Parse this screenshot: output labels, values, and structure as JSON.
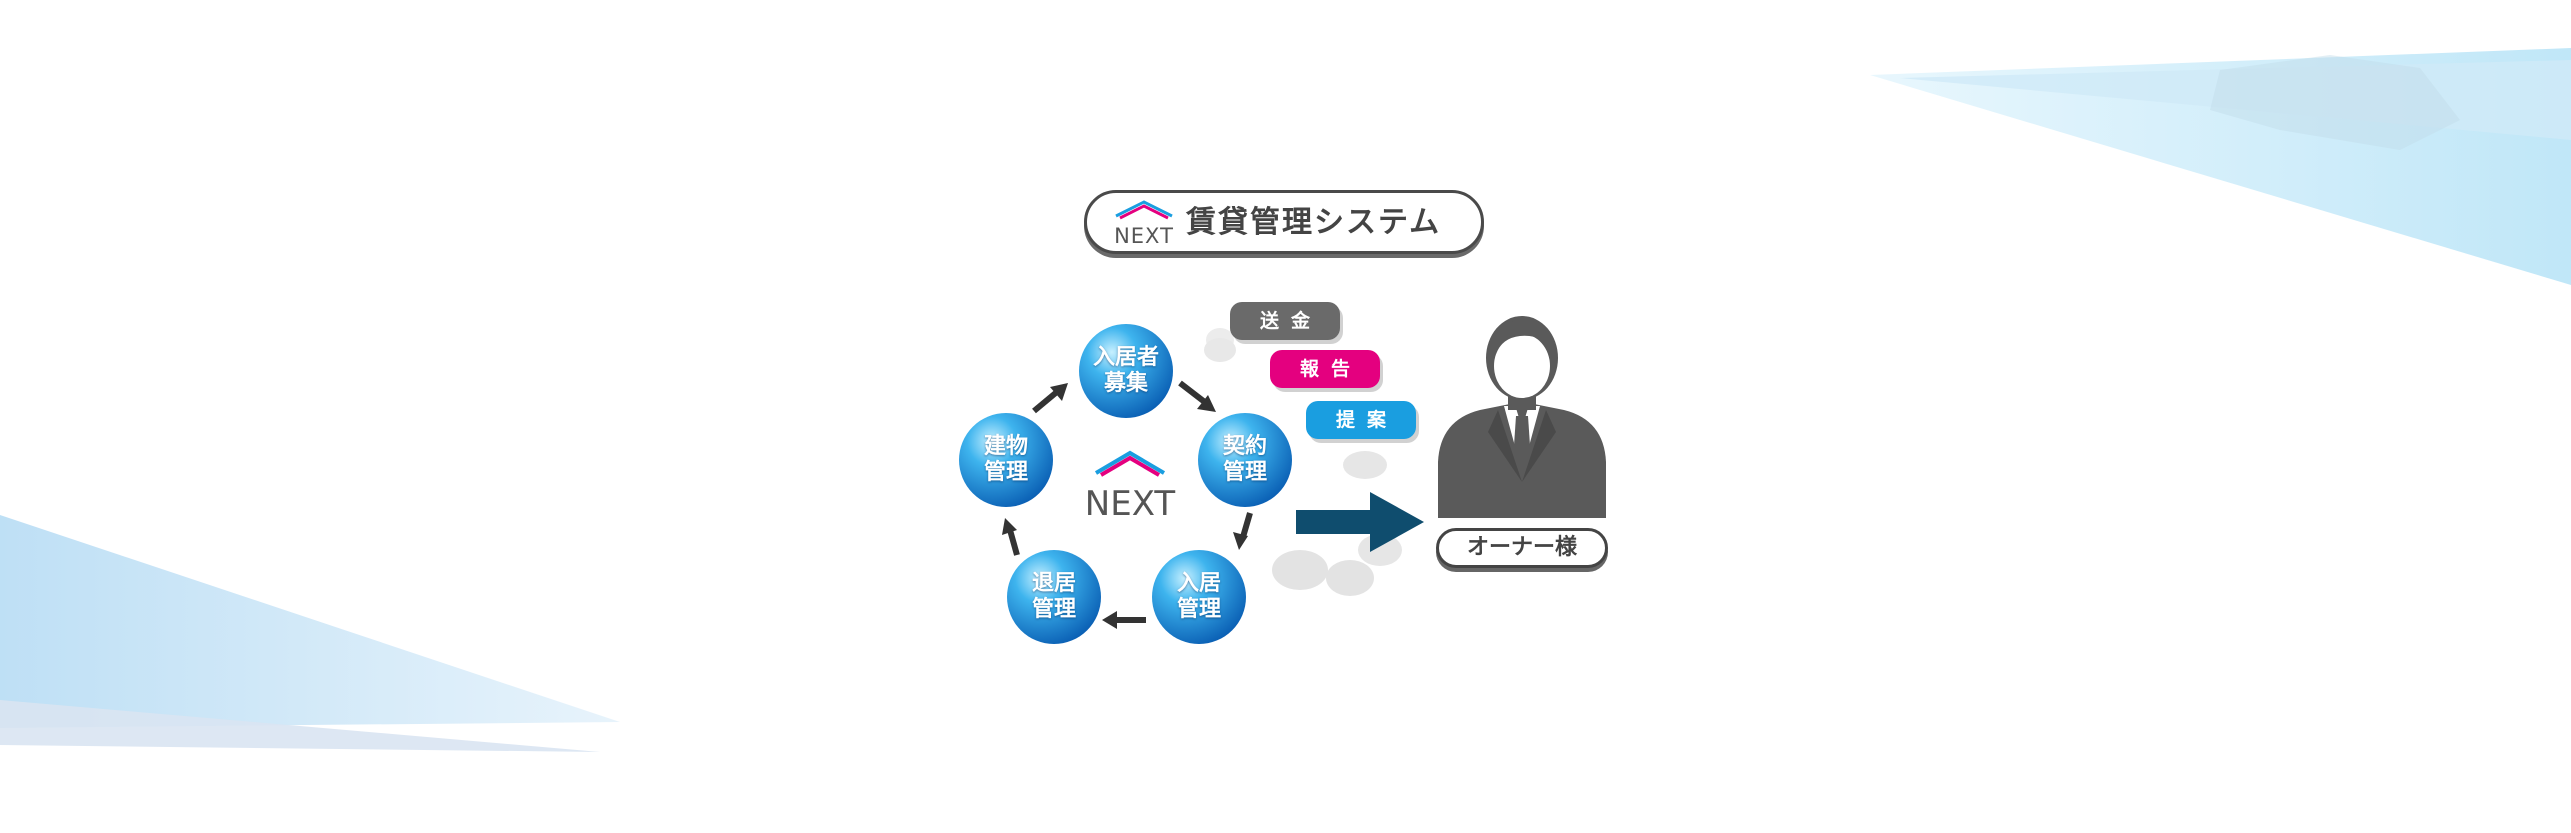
{
  "title": {
    "text": "賃貸管理システム",
    "logo_text": "NEXT"
  },
  "cycle": {
    "center_logo_text": "NEXT",
    "steps": [
      {
        "lines": [
          "入居者",
          "募集"
        ]
      },
      {
        "lines": [
          "契約",
          "管理"
        ]
      },
      {
        "lines": [
          "入居",
          "管理"
        ]
      },
      {
        "lines": [
          "退居",
          "管理"
        ]
      },
      {
        "lines": [
          "建物",
          "管理"
        ]
      }
    ]
  },
  "actions": [
    {
      "label": "送金",
      "color": "#6a6a6a"
    },
    {
      "label": "報告",
      "color": "#e4007f"
    },
    {
      "label": "提案",
      "color": "#1a9ee0"
    }
  ],
  "owner": {
    "label": "オーナー様"
  },
  "colors": {
    "circle_light": "#8fd8f8",
    "circle_dark": "#0a5fb4",
    "arrow_main": "#0f4d6e",
    "arrow_cycle": "#333333",
    "person": "#5a5a5a",
    "logo_pink": "#e4007f",
    "logo_blue": "#1a9ee0",
    "logo_gray": "#555555"
  },
  "icons": [
    "logo-house-icon",
    "cycle-arrow-icon",
    "right-arrow-icon",
    "businessman-icon"
  ]
}
